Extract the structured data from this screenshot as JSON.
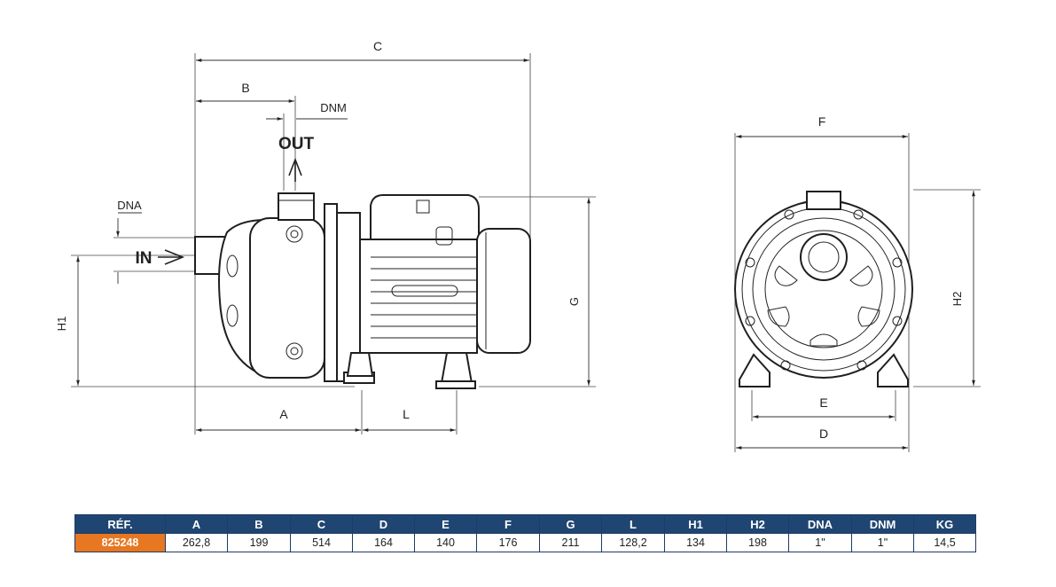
{
  "side_view": {
    "dims": {
      "C": "C",
      "B": "B",
      "DNM": "DNM",
      "DNA": "DNA",
      "G": "G",
      "H1": "H1",
      "A": "A",
      "L": "L"
    },
    "out_label": "OUT",
    "in_label": "IN"
  },
  "front_view": {
    "dims": {
      "F": "F",
      "H2": "H2",
      "E": "E",
      "D": "D"
    }
  },
  "table": {
    "headers": [
      "RÉF.",
      "A",
      "B",
      "C",
      "D",
      "E",
      "F",
      "G",
      "L",
      "H1",
      "H2",
      "DNA",
      "DNM",
      "KG"
    ],
    "row": [
      "825248",
      "262,8",
      "199",
      "514",
      "164",
      "140",
      "176",
      "211",
      "128,2",
      "134",
      "198",
      "1\"",
      "1\"",
      "14,5"
    ]
  }
}
